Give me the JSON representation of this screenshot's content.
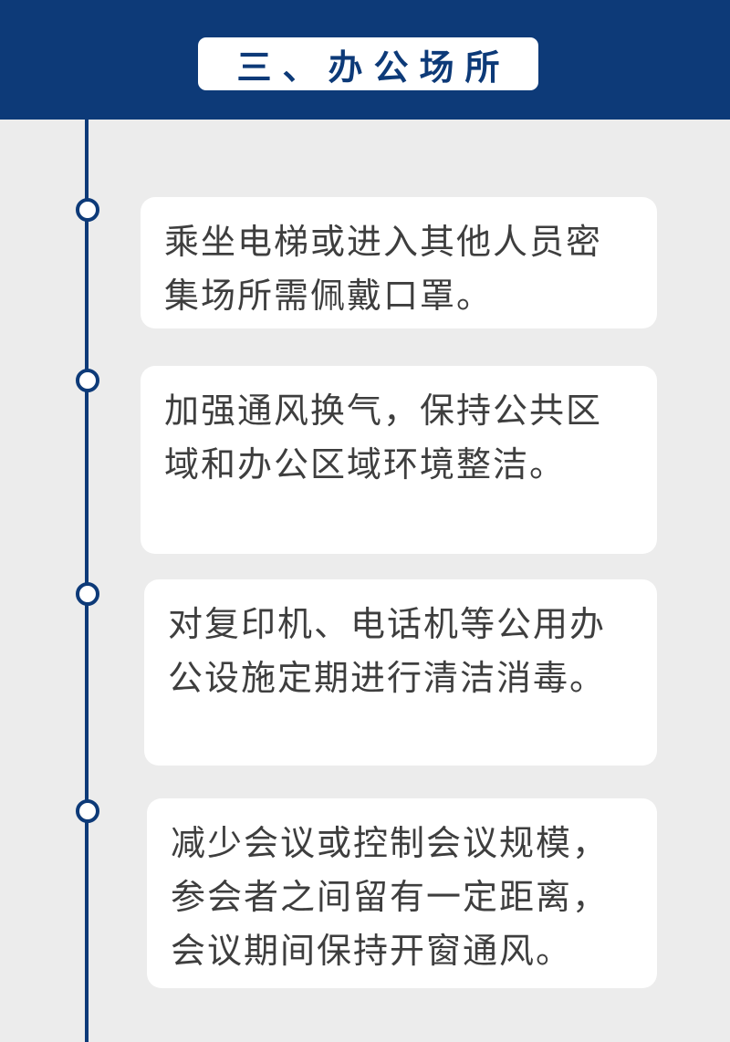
{
  "header": {
    "title": "三、办公场所"
  },
  "items": [
    {
      "text": "乘坐电梯或进入其他人员密集场所需佩戴口罩。"
    },
    {
      "text": "加强通风换气，保持公共区域和办公区域环境整洁。"
    },
    {
      "text": "对复印机、电话机等公用办公设施定期进行清洁消毒。"
    },
    {
      "text": "减少会议或控制会议规模，参会者之间留有一定距离，会议期间保持开窗通风。"
    }
  ],
  "colors": {
    "primary": "#0d3a78",
    "background": "#ececec",
    "card": "#ffffff",
    "text": "#3e3e3e"
  }
}
